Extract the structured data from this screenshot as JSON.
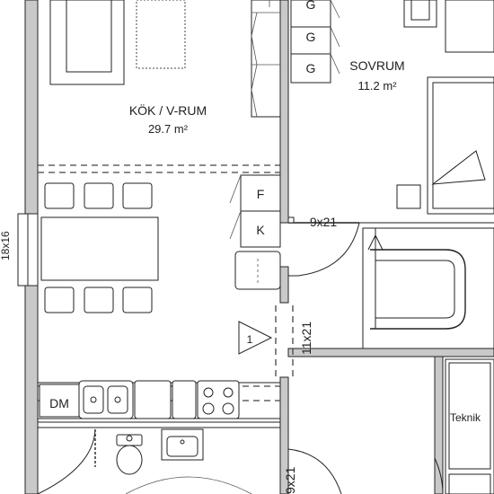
{
  "rooms": {
    "kitchen_living": {
      "name": "KÖK / V-RUM",
      "area": "29.7 m²"
    },
    "bedroom": {
      "name": "SOVRUM",
      "area": "11.2 m²"
    }
  },
  "labels": {
    "g_top": "G",
    "g_mid": "G",
    "g_bot": "G",
    "fridge": "F",
    "cooler": "K",
    "dishwasher": "DM",
    "technical": "Teknik",
    "marker_number": "1"
  },
  "doors": {
    "bedroom_door": "9x21",
    "hall_opening": "11x21",
    "bath_door": "9x21"
  },
  "window_left": "18x16"
}
